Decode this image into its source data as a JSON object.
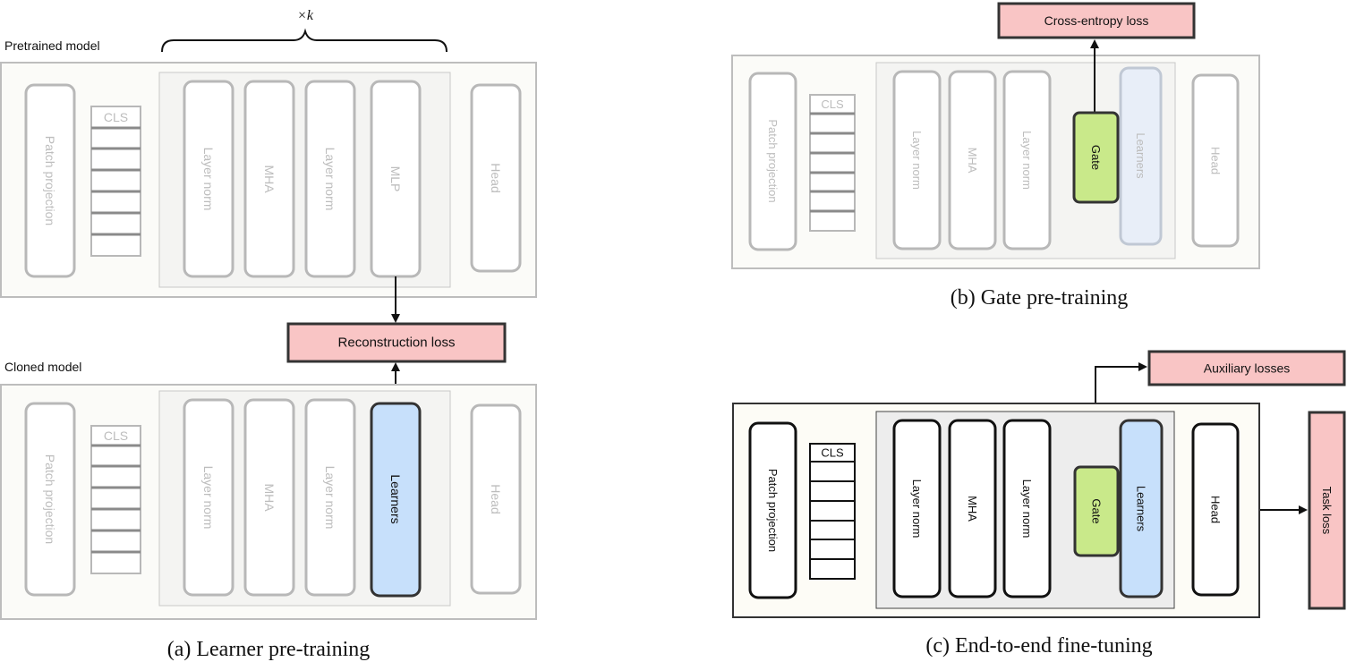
{
  "colors": {
    "faded_stroke": "#b8b8b8",
    "faded_text": "#bdbdbd",
    "outer_bg": "#fbfbf8",
    "inner_bg": "#f4f4f2",
    "active_inner_bg": "#ededed",
    "loss_fill": "#f9c5c5",
    "learners_fill": "#c7e0fb",
    "learners_fill_faded": "#e8eef8",
    "gate_fill": "#c9e98a",
    "dark_stroke": "#333333"
  },
  "panel_a": {
    "caption": "(a) Learner pre-training",
    "pretrained_label": "Pretrained model",
    "cloned_label": "Cloned model",
    "repeat_label": "×k",
    "loss_label": "Reconstruction loss",
    "pretrained_blocks": {
      "patch": "Patch projection",
      "cls": "CLS",
      "norm1": "Layer norm",
      "mha": "MHA",
      "norm2": "Layer norm",
      "mlp": "MLP",
      "head": "Head"
    },
    "cloned_blocks": {
      "patch": "Patch projection",
      "cls": "CLS",
      "norm1": "Layer norm",
      "mha": "MHA",
      "norm2": "Layer norm",
      "learners": "Learners",
      "head": "Head"
    }
  },
  "panel_b": {
    "caption": "(b) Gate pre-training",
    "loss_label": "Cross-entropy loss",
    "blocks": {
      "patch": "Patch projection",
      "cls": "CLS",
      "norm1": "Layer norm",
      "mha": "MHA",
      "norm2": "Layer norm",
      "gate": "Gate",
      "learners": "Learners",
      "head": "Head"
    }
  },
  "panel_c": {
    "caption": "(c) End-to-end fine-tuning",
    "aux_loss_label": "Auxiliary losses",
    "task_loss_label": "Task loss",
    "blocks": {
      "patch": "Patch projection",
      "cls": "CLS",
      "norm1": "Layer norm",
      "mha": "MHA",
      "norm2": "Layer norm",
      "gate": "Gate",
      "learners": "Learners",
      "head": "Head"
    }
  }
}
